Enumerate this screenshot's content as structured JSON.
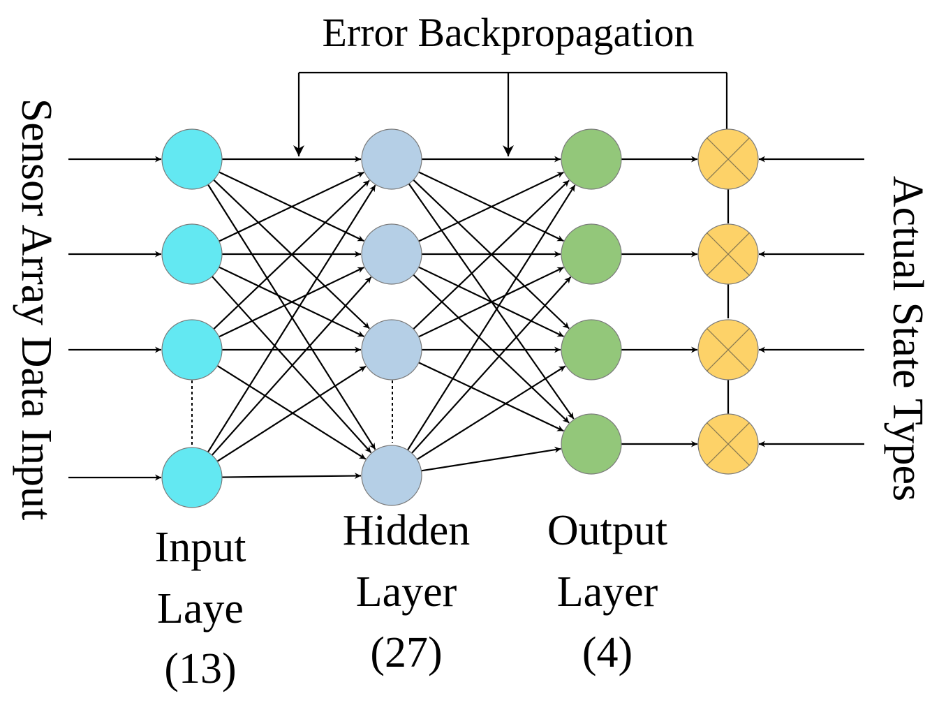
{
  "title": "Error Backpropagation",
  "left_label": "Sensor Array Data Input",
  "right_label": "Actual State Types",
  "layers": [
    {
      "id": "input",
      "lines": [
        "Input",
        "Laye",
        "(13)"
      ],
      "color": "#63E8F2"
    },
    {
      "id": "hidden",
      "lines": [
        "Hidden",
        "Layer",
        "(27)"
      ],
      "color": "#B5CFE6"
    },
    {
      "id": "output",
      "lines": [
        "Output",
        "Layer",
        "(4)"
      ],
      "color": "#93C77A"
    }
  ],
  "comparator_color": "#FDD268"
}
